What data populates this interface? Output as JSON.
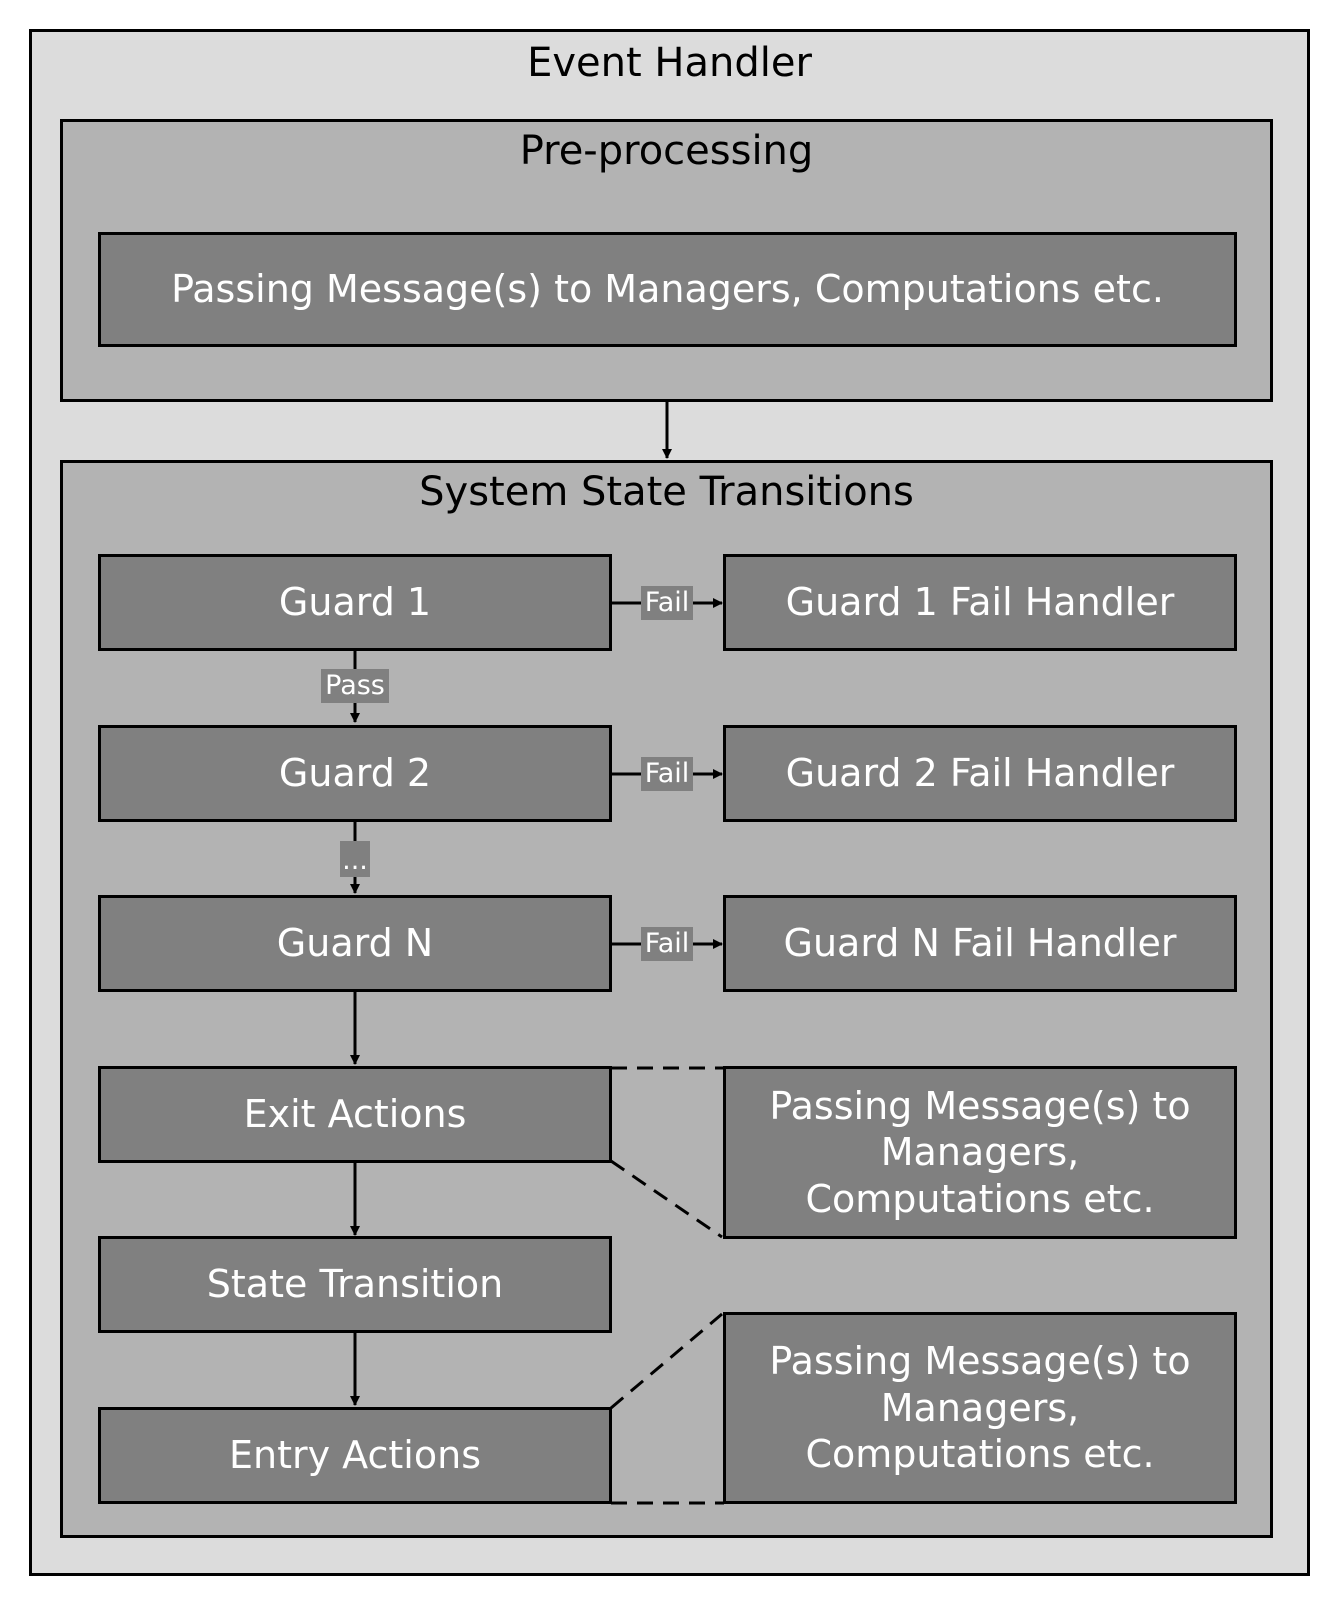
{
  "outer": {
    "title": "Event Handler"
  },
  "preprocessing": {
    "title": "Pre-processing",
    "node": "Passing Message(s) to Managers, Computations etc."
  },
  "transitions": {
    "title": "System State Transitions",
    "guards": [
      {
        "label": "Guard 1",
        "fail_handler": "Guard 1 Fail Handler"
      },
      {
        "label": "Guard 2",
        "fail_handler": "Guard 2 Fail Handler"
      },
      {
        "label": "Guard N",
        "fail_handler": "Guard N Fail Handler"
      }
    ],
    "edge_labels": {
      "fail": "Fail",
      "pass": "Pass",
      "ellipsis": "..."
    },
    "exit_actions": "Exit Actions",
    "state_transition": "State Transition",
    "entry_actions": "Entry Actions",
    "exit_messages": [
      "Passing Message(s) to",
      "Managers,",
      "Computations etc."
    ],
    "entry_messages": [
      "Passing Message(s) to",
      "Managers,",
      "Computations etc."
    ]
  }
}
